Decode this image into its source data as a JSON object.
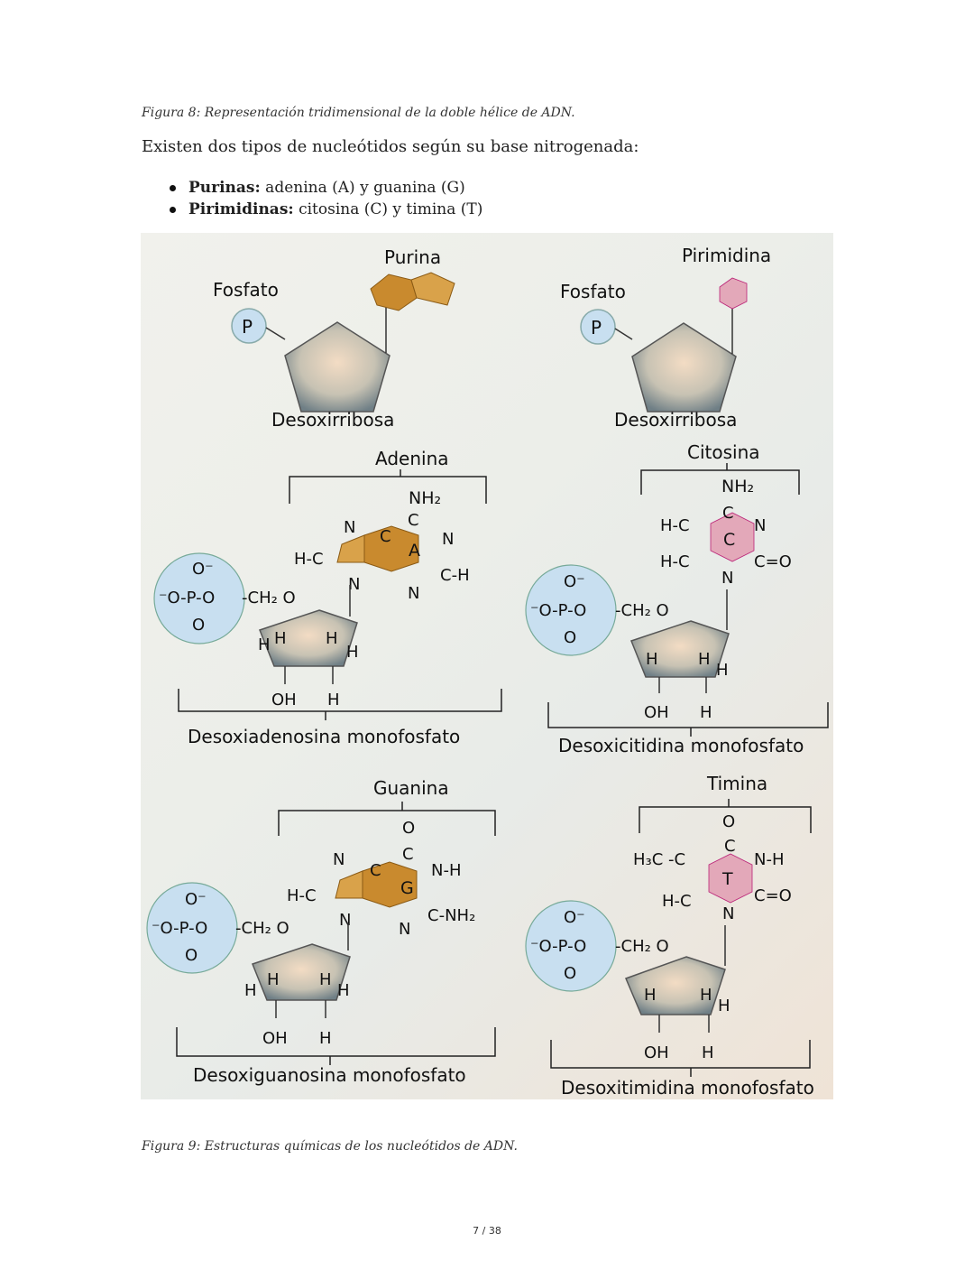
{
  "captions": {
    "figure8": "Figura 8: Representación tridimensional de la doble hélice de ADN.",
    "figure9": "Figura 9: Estructuras químicas de los nucleótidos de ADN."
  },
  "intro": "Existen dos tipos de nucleótidos según su base nitrogenada:",
  "bullets": [
    {
      "term": "Purinas:",
      "text": " adenina (A) y guanina (G)"
    },
    {
      "term": "Pirimidinas:",
      "text": " citosina (C) y timina (T)"
    }
  ],
  "figure": {
    "top": {
      "purina": "Purina",
      "pirimidina": "Pirimidina",
      "fosfato": "Fosfato",
      "p": "P",
      "desoxirribosa": "Desoxirribosa"
    },
    "nucleotides": [
      {
        "base": "Adenina",
        "letter": "A",
        "name": "Desoxiadenosina monofosfato"
      },
      {
        "base": "Citosina",
        "letter": "C",
        "name": "Desoxicitidina monofosfato"
      },
      {
        "base": "Guanina",
        "letter": "G",
        "name": "Desoxiguanosina monofosfato"
      },
      {
        "base": "Timina",
        "letter": "T",
        "name": "Desoxitimidina monofosfato"
      }
    ],
    "chem": {
      "nh2": "NH₂",
      "o": "O",
      "o_minus": "O⁻",
      "phosphate_row": "⁻O-P-O",
      "ch2o": "-CH₂ O",
      "h": "H",
      "oh": "OH",
      "n": "N",
      "c": "C",
      "hc": "H-C",
      "ch": "C-H",
      "nh": "N-H",
      "co": "C=O",
      "cnh2": "C-NH₂",
      "h3c": "H₃C -C"
    }
  },
  "colors": {
    "purine": "#c98a2e",
    "pyrimidine": "#e3a8b9",
    "phosphate": "#c8dff0",
    "sugar": "#c9bda8"
  },
  "page": "7 / 38"
}
